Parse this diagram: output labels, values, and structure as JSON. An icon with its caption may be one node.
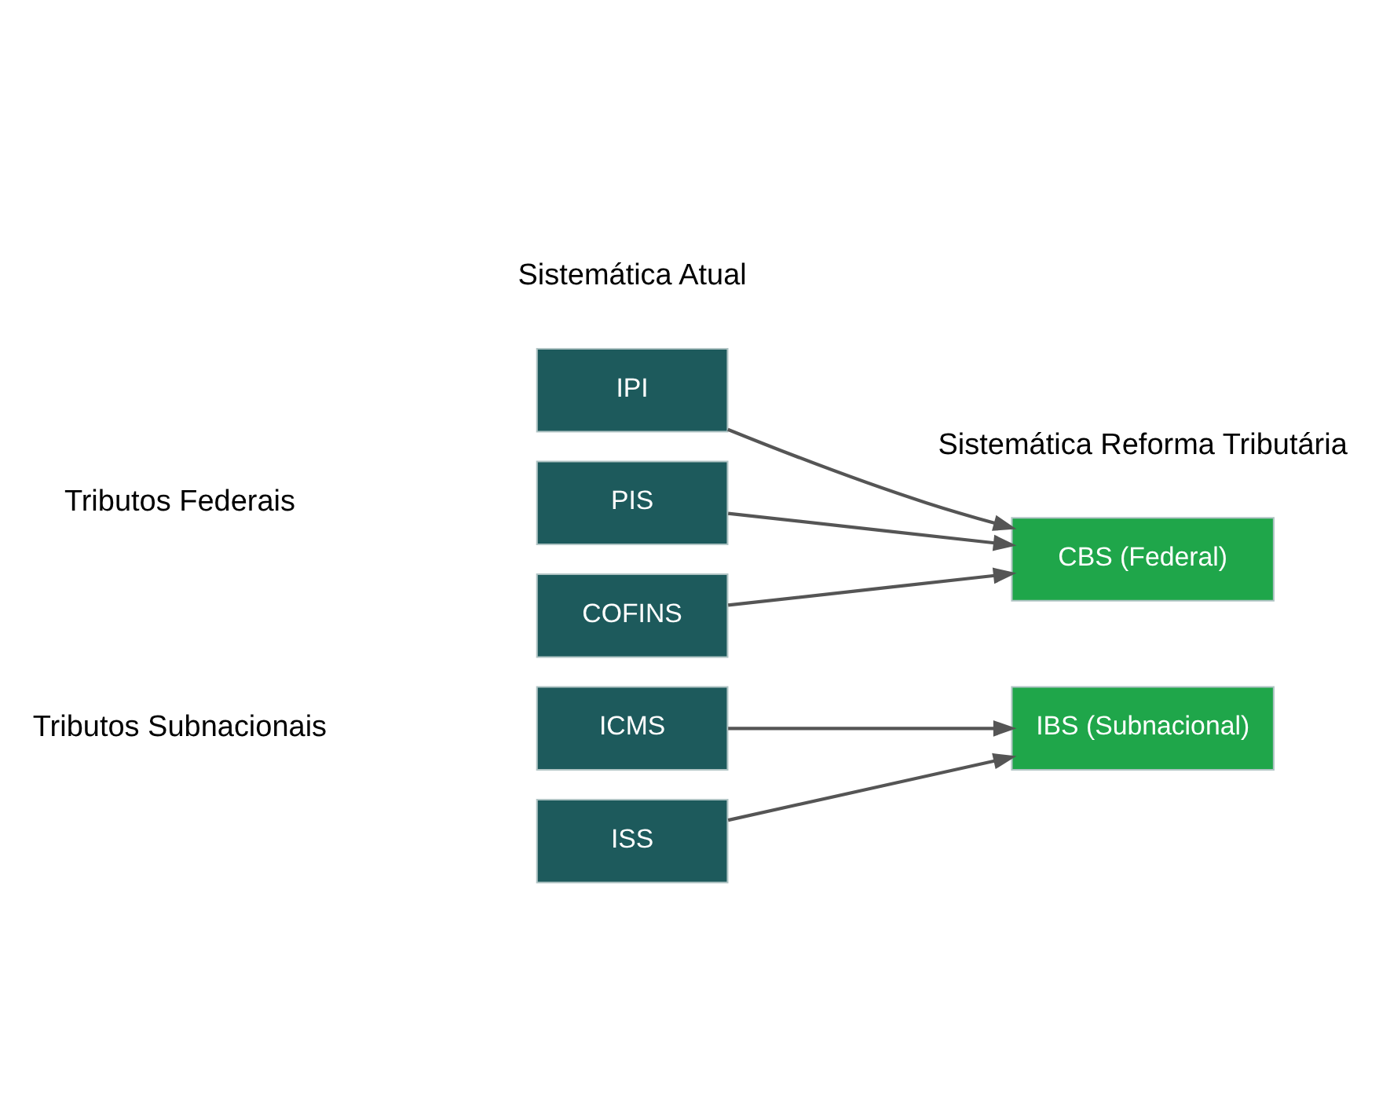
{
  "diagram": {
    "nodes": [
      {
        "text": [
          "IPI"
        ]
      },
      {
        "text": [
          "PIS"
        ]
      },
      {
        "text": [
          "COFINS"
        ]
      },
      {
        "text": [
          "CBS (Federal)"
        ]
      },
      {
        "text": [
          "ICMS"
        ]
      },
      {
        "text": [
          "ISS"
        ]
      },
      {
        "text": [
          "IBS (Subnacional)"
        ]
      }
    ],
    "edges": [
      {
        "from": 0,
        "to": 3,
        "arrow": "to"
      },
      {
        "from": 1,
        "to": 3,
        "arrow": "to"
      },
      {
        "from": 2,
        "to": 3,
        "arrow": "to"
      },
      {
        "from": 4,
        "to": 6,
        "arrow": "to"
      },
      {
        "from": 5,
        "to": 6,
        "arrow": "to"
      }
    ],
    "labels": [
      "Sistemática Atual",
      "Sistemática Reforma Tributária",
      "Tributos Federais",
      "Tributos Subnacionais"
    ]
  }
}
